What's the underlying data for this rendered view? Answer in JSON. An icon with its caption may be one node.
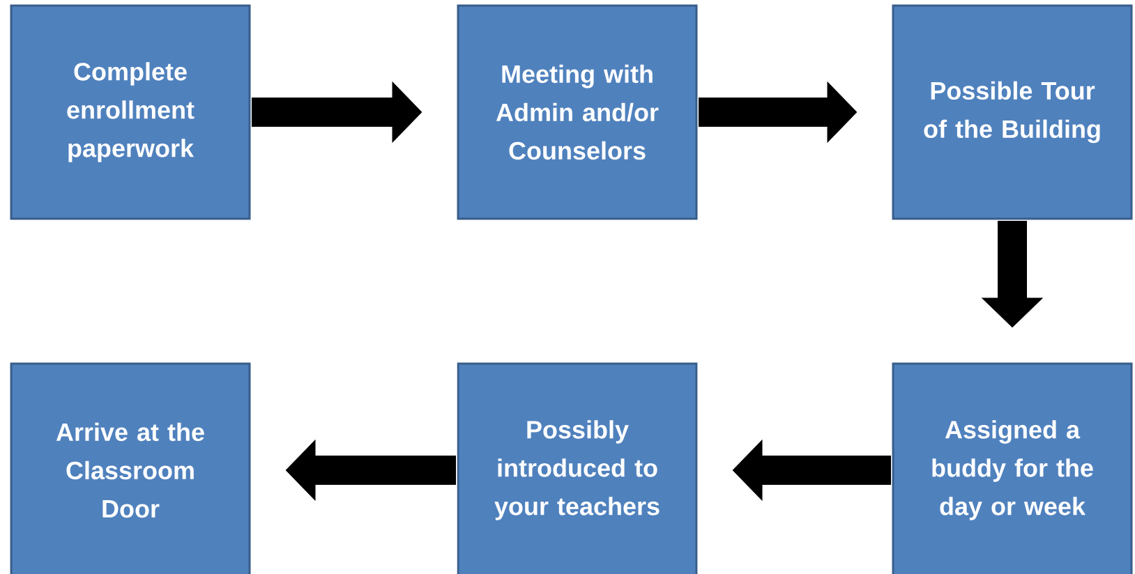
{
  "diagram": {
    "nodes": [
      {
        "text": [
          "Complete enrollment paperwork"
        ]
      },
      {
        "text": [
          "Meeting with Admin and/or Counselors"
        ]
      },
      {
        "text": [
          "Possible Tour of the Building"
        ]
      },
      {
        "text": [
          "Assigned a buddy for the day or week"
        ]
      },
      {
        "text": [
          "Possibly introduced to your teachers"
        ]
      },
      {
        "text": [
          "Arrive at the Classroom Door"
        ]
      }
    ],
    "edges": [
      {
        "from": 0,
        "to": 1,
        "arrow": "to"
      },
      {
        "from": 1,
        "to": 2,
        "arrow": "to"
      },
      {
        "from": 2,
        "to": 3,
        "arrow": "to"
      },
      {
        "from": 3,
        "to": 4,
        "arrow": "to"
      },
      {
        "from": 4,
        "to": 5,
        "arrow": "to"
      }
    ]
  }
}
